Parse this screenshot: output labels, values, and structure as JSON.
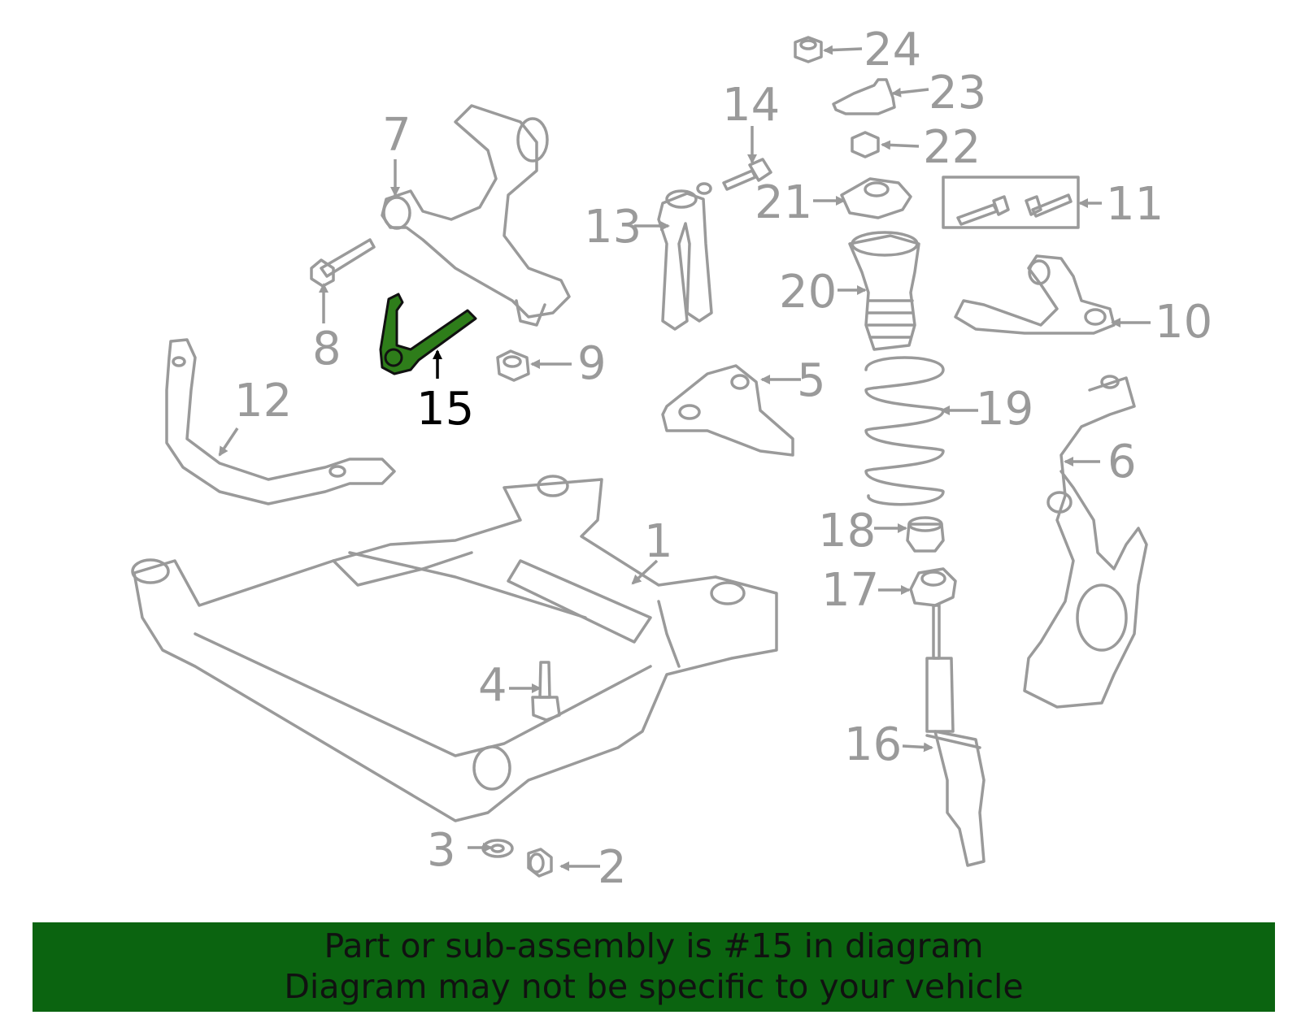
{
  "diagram": {
    "highlighted_part": "15",
    "highlight_color": "#2e7d1a",
    "callouts": [
      "1",
      "2",
      "3",
      "4",
      "5",
      "6",
      "7",
      "8",
      "9",
      "10",
      "11",
      "12",
      "13",
      "14",
      "15",
      "16",
      "17",
      "18",
      "19",
      "20",
      "21",
      "22",
      "23",
      "24"
    ]
  },
  "banner": {
    "line1": "Part or sub-assembly is #15 in diagram",
    "line2": "Diagram may not be specific to your vehicle",
    "background": "#0b6410"
  }
}
